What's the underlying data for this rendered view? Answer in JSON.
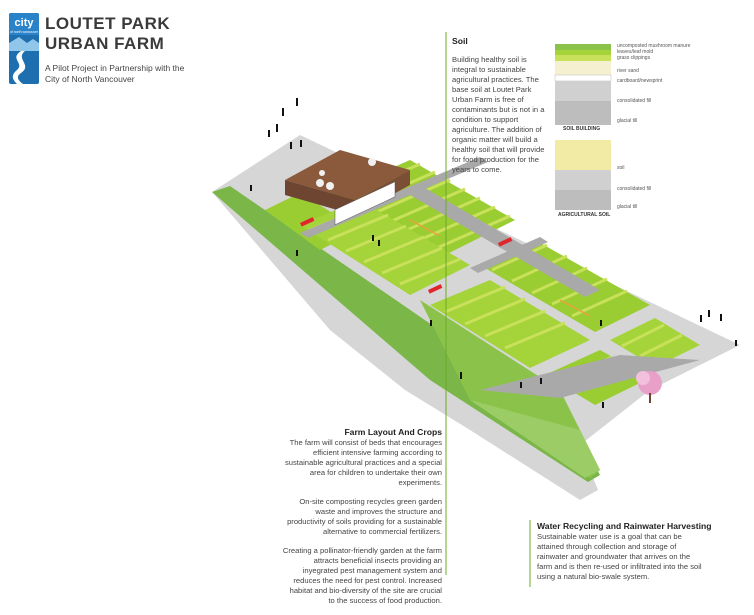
{
  "header": {
    "logo_text": "city",
    "logo_subtext": "of north vancouver",
    "title_line1": "LOUTET PARK",
    "title_line2": "URBAN FARM",
    "subtitle": "A Pilot Project in Partnership with the City of North Vancouver"
  },
  "soil": {
    "heading": "Soil",
    "body": "Building healthy soil is integral to sustainable agricultural practices. The base soil at Loutet Park Urban Farm is free of contaminants but is not in a condition to support agriculture. The addition of organic matter will build a healthy soil that will provide for food production for the years to come.",
    "building_caption": "SOIL BUILDING",
    "building_layers": [
      "uncomposted mushroom manure",
      "leaves/leaf mold",
      "grass clippings",
      "river sand",
      "cardboard/newsprint",
      "consolidated fill",
      "glacial till"
    ],
    "agricultural_caption": "AGRICULTURAL SOIL",
    "agricultural_layers": [
      "soil",
      "consolidated fill",
      "glacial till"
    ]
  },
  "farm": {
    "heading": "Farm Layout And Crops",
    "p1": "The farm will consist of beds that encourages efficient intensive farming according to sustainable agricultural practices and a special area for children to undertake their own experiments.",
    "p2": "On-site composting recycles green garden waste and improves the structure and productivity of soils providing for a sustainable alternative to commercial fertilizers.",
    "p3": "Creating a pollinator-friendly garden at the farm attracts beneficial insects providing an inyegrated pest management system and reduces the need for pest control. Increased habitat and bio-diversity of the site are crucial to the success of food production."
  },
  "water": {
    "heading": "Water Recycling and Rainwater Harvesting",
    "body": "Sustainable water use is a goal that can be attained through collection and storage of rainwater and groundwater that arrives on the farm and is then re-used or infiltrated into the soil using a natural bio-swale system."
  },
  "colors": {
    "bed_green": "#9acd32",
    "bed_stripe": "#c8e05a",
    "path_grey": "#a9a9a9",
    "roof_brown": "#8b5a3c",
    "accent_green": "#6ea82a",
    "rail_red": "#e0262b",
    "blossom_pink": "#e8a0c8"
  }
}
